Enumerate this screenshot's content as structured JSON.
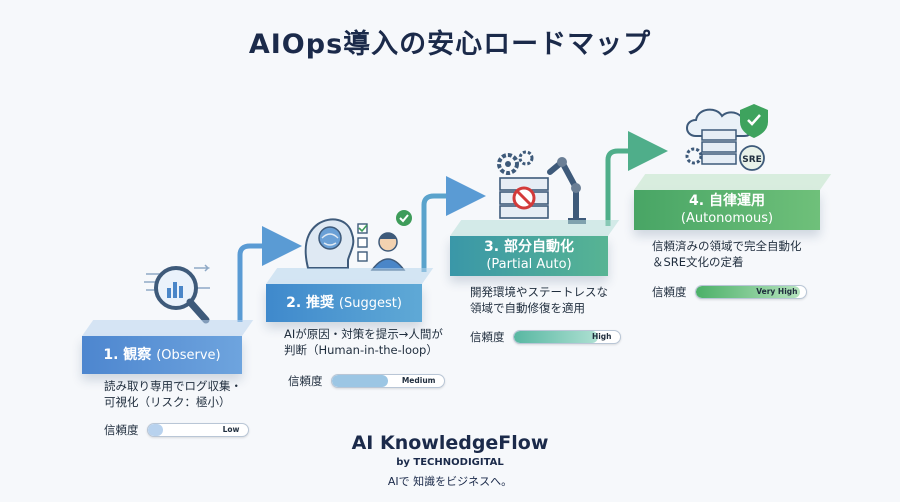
{
  "title": "AIOps導入の安心ロードマップ",
  "steps": [
    {
      "label": "1. 観察",
      "sub": "(Observe)",
      "desc_lines": [
        "読み取り専用でログ収集・",
        "可視化（リスク：極小）"
      ],
      "trust_label": "信頼度",
      "trust_level": "Low",
      "trust_fraction": 0.15,
      "color": "#5b8fd6"
    },
    {
      "label": "2. 推奨",
      "sub": "(Suggest)",
      "desc_lines": [
        "AIが原因・対策を提示→人間が",
        "判断（Human-in-the-loop）"
      ],
      "trust_label": "信頼度",
      "trust_level": "Medium",
      "trust_fraction": 0.5,
      "color": "#4a9ad0"
    },
    {
      "label": "3. 部分自動化",
      "sub": "(Partial Auto)",
      "desc_lines": [
        "開発環境やステートレスな",
        "領域で自動修復を適用"
      ],
      "trust_label": "信頼度",
      "trust_level": "High",
      "trust_fraction": 0.8,
      "color": "#45a59a"
    },
    {
      "label": "4. 自律運用",
      "sub": "(Autonomous)",
      "desc_lines": [
        "信頼済みの領域で完全自動化",
        "＆SRE文化の定着"
      ],
      "trust_label": "信頼度",
      "trust_level": "Very High",
      "trust_fraction": 0.95,
      "color": "#4fae72"
    }
  ],
  "icons": [
    "magnifier-chart-icon",
    "brain-person-icon",
    "server-robot-arm-icon",
    "cloud-server-shield-icon"
  ],
  "sre_badge": "SRE",
  "brand": {
    "name": "AI KnowledgeFlow",
    "by": "by TECHNODIGITAL",
    "tagline": "AIで 知識をビジネスへ。"
  }
}
